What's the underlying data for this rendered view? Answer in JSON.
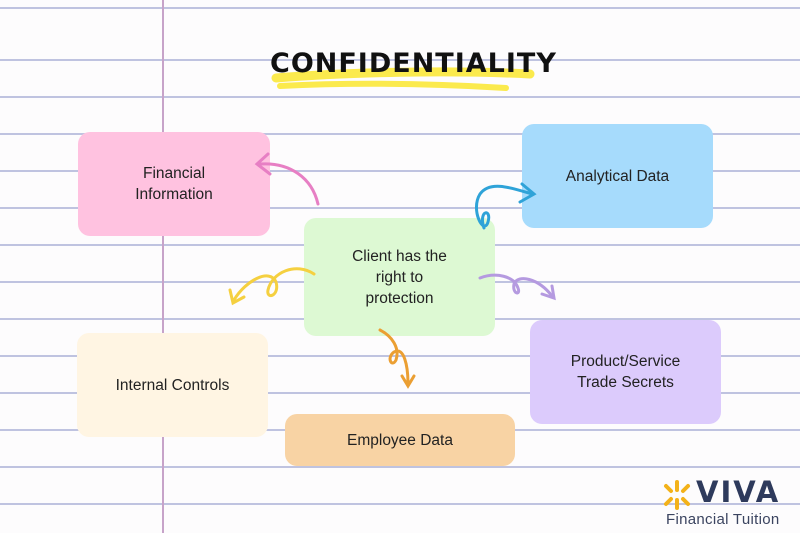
{
  "title": "CONFIDENTIALITY",
  "center": {
    "label": "Client has the right to protection"
  },
  "nodes": {
    "financial_information": "Financial Information",
    "analytical_data": "Analytical Data",
    "internal_controls": "Internal Controls",
    "product_service": "Product/Service Trade Secrets",
    "employee_data": "Employee Data"
  },
  "colors": {
    "financial_information": "#ffc2e0",
    "analytical_data": "#a6dbfc",
    "internal_controls": "#fff5e3",
    "product_service": "#dccbfc",
    "employee_data": "#f8d3a4",
    "center": "#ddf9d3",
    "highlight": "#fbea4d"
  },
  "logo": {
    "name": "VIVA",
    "tagline": "Financial Tuition"
  }
}
